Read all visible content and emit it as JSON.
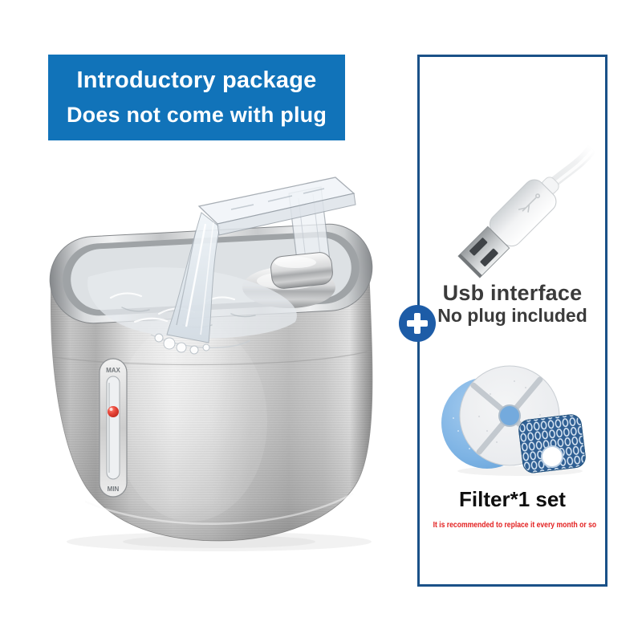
{
  "colors": {
    "banner_bg": "#1173b9",
    "banner_text": "#ffffff",
    "panel_border": "#1a5188",
    "plus_badge": "#1d5ca7",
    "heading": "#3b3b3b",
    "filter_title": "#0f0f0f",
    "note": "#e32020"
  },
  "banner": {
    "line1": "Introductory package",
    "line2": "Does not come with plug"
  },
  "panel": {
    "usb_section": {
      "title": "Usb interface",
      "subtitle": "No plug included"
    },
    "filter_section": {
      "title": "Filter*1 set",
      "note": "It is recommended to replace it every month or so"
    }
  },
  "fountain": {
    "max_label": "MAX",
    "min_label": "MIN"
  },
  "icons": {
    "plus_badge": "plus-in-circle-icon",
    "usb_cable": "usb-a-cable-photo",
    "filter_set": "round-filter-and-honeycomb-pad-photo",
    "fountain": "stainless-steel-pet-fountain-photo"
  }
}
